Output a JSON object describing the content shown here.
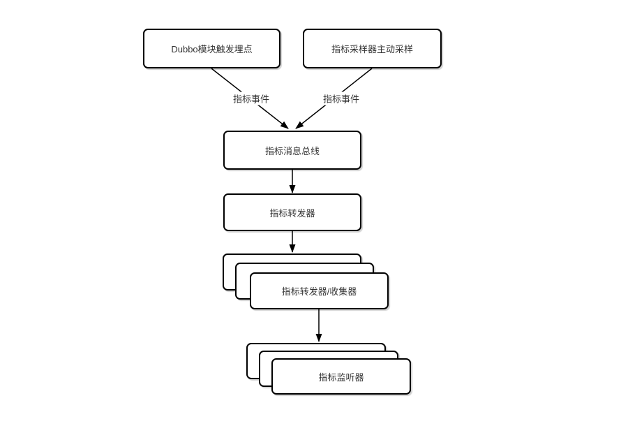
{
  "diagram": {
    "nodes": {
      "dubbo_trigger": {
        "label": "Dubbo模块触发埋点"
      },
      "metric_sampler": {
        "label": "指标采样器主动采样"
      },
      "message_bus": {
        "label": "指标消息总线"
      },
      "exporter": {
        "label": "指标转发器"
      },
      "exporter_collector": {
        "label": "指标转发器/收集器"
      },
      "listener": {
        "label": "指标监听器"
      }
    },
    "edges": [
      {
        "from": "dubbo_trigger",
        "to": "message_bus",
        "label": "指标事件"
      },
      {
        "from": "metric_sampler",
        "to": "message_bus",
        "label": "指标事件"
      },
      {
        "from": "message_bus",
        "to": "exporter",
        "label": ""
      },
      {
        "from": "exporter",
        "to": "exporter_collector",
        "label": ""
      },
      {
        "from": "exporter_collector",
        "to": "listener",
        "label": ""
      }
    ],
    "colors": {
      "background": "#ffffff",
      "node_fill": "#ffffff",
      "node_border": "#000000",
      "text": "#333333",
      "arrow": "#000000"
    }
  }
}
